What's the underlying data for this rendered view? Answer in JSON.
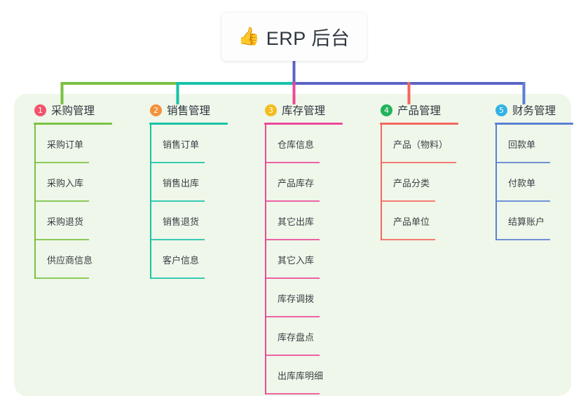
{
  "root": {
    "icon": "thumbs-up-icon",
    "emoji": "👍",
    "title": "ERP 后台"
  },
  "colors": {
    "panel_background": "#eef7e9",
    "page_background": "#ffffff",
    "trunk": "#5b63c4",
    "columns": [
      "#7ac143",
      "#18c2a8",
      "#ec4899",
      "#f4665e",
      "#5b7fd4"
    ],
    "badges": [
      "#f2536d",
      "#f5903a",
      "#f5bc1c",
      "#21b35a",
      "#30b2e6"
    ],
    "text": "#2f3640"
  },
  "columns": [
    {
      "number": "1",
      "title": "采购管理",
      "color": "#7ac143",
      "badge_color": "#f2536d",
      "items": [
        "采购订单",
        "采购入库",
        "采购退货",
        "供应商信息"
      ]
    },
    {
      "number": "2",
      "title": "销售管理",
      "color": "#18c2a8",
      "badge_color": "#f5903a",
      "items": [
        "销售订单",
        "销售出库",
        "销售退货",
        "客户信息"
      ]
    },
    {
      "number": "3",
      "title": "库存管理",
      "color": "#ec4899",
      "badge_color": "#f5bc1c",
      "items": [
        "仓库信息",
        "产品库存",
        "其它出库",
        "其它入库",
        "库存调拨",
        "库存盘点",
        "出库库明细"
      ]
    },
    {
      "number": "4",
      "title": "产品管理",
      "color": "#f4665e",
      "badge_color": "#21b35a",
      "items": [
        "产品（物料）",
        "产品分类",
        "产品单位"
      ]
    },
    {
      "number": "5",
      "title": "财务管理",
      "color": "#5b7fd4",
      "badge_color": "#30b2e6",
      "items": [
        "回款单",
        "付款单",
        "结算账户"
      ]
    }
  ]
}
